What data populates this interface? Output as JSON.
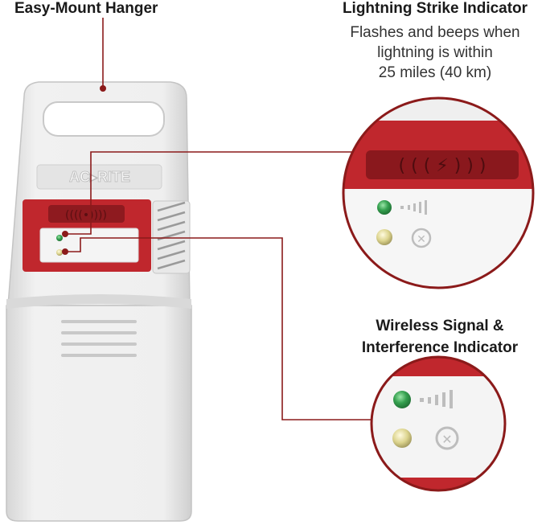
{
  "callouts": {
    "hanger": {
      "title": "Easy-Mount Hanger"
    },
    "lightning": {
      "title": "Lightning Strike Indicator",
      "desc_lines": [
        "Flashes and beeps when",
        "lightning is within",
        "25 miles (40 km)"
      ]
    },
    "wireless": {
      "title_lines": [
        "Wireless Signal &",
        "Interference Indicator"
      ]
    }
  },
  "device": {
    "brand": "AC▸RITE"
  },
  "colors": {
    "accent": "#8b1a1a",
    "housing": "#ececec",
    "red_panel": "#c0272d",
    "led_green": "#3aa05a",
    "led_yellow": "#d8d28a"
  }
}
